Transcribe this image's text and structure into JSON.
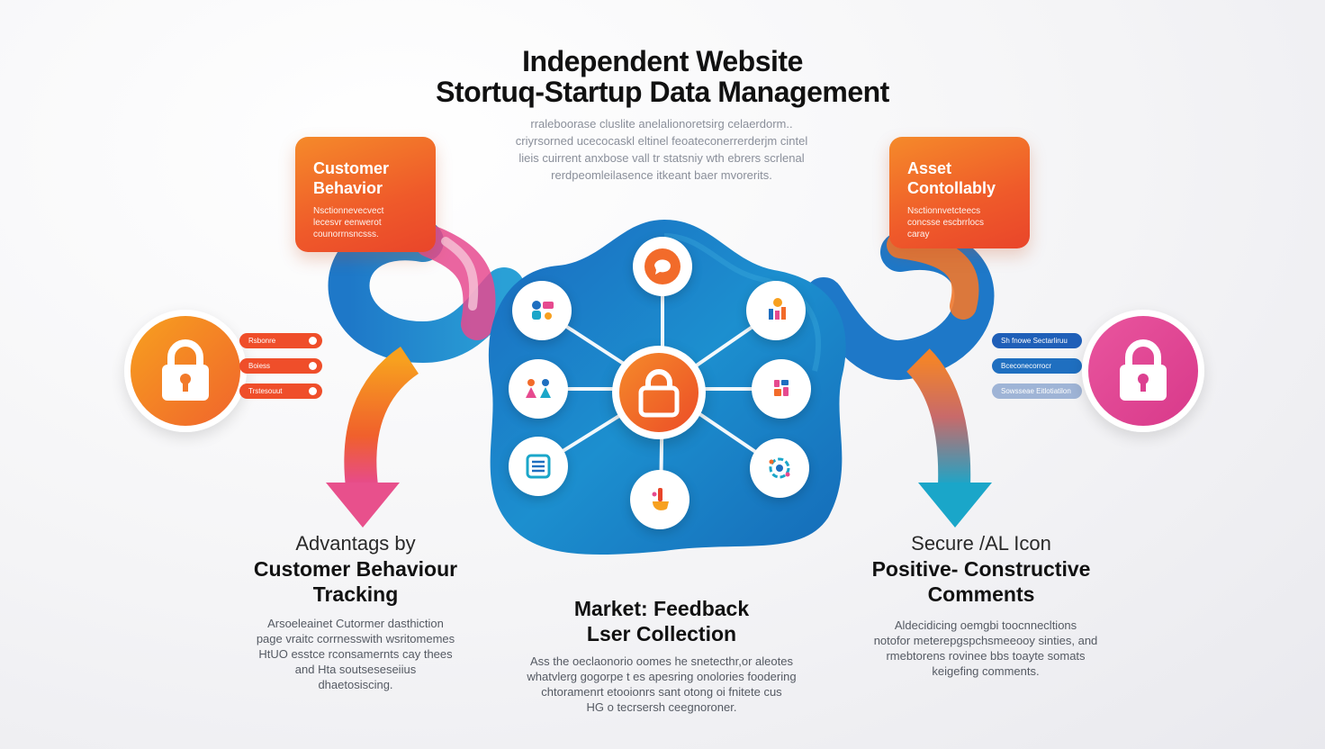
{
  "title": {
    "line1": "Independent Website",
    "line2": "Stortuq-Startup Data Management"
  },
  "subtitle_lines": [
    "rraleboorase cluslite anelalionoretsirg celaerdorm..",
    "criyrsorned ucecocaskl eltinel feoateconerrerderjm cintel",
    "lieis cuirrent anxbose vall tr statsniy wth ebrers scrlenal",
    "rerdpeomleilasence itkeant baer mvorerits."
  ],
  "cards": {
    "left": {
      "title_lines": [
        "Customer",
        "Behavior"
      ],
      "text_lines": [
        "Nsctionnevecvect",
        "lecesvr eenwerot",
        "counorrnsncsss."
      ]
    },
    "right": {
      "title_lines": [
        "Asset",
        "Contollably"
      ],
      "text_lines": [
        "Nsctionnvetcteecs",
        "concsse escbrrlocs",
        "caray"
      ]
    }
  },
  "left_pills": [
    "Rsbonre",
    "Boiess",
    "Trstesouut"
  ],
  "right_pills": [
    "Sh fnowe Sectarliruu",
    "Bceconecorrocr",
    "Sowsseae Eitlotiatilon"
  ],
  "nodes": [
    {
      "id": "top",
      "icon": "chat-bubble-icon"
    },
    {
      "id": "upper-left",
      "icon": "people-chat-icon"
    },
    {
      "id": "upper-right",
      "icon": "analytics-person-icon"
    },
    {
      "id": "mid-left",
      "icon": "team-icon"
    },
    {
      "id": "mid-right",
      "icon": "data-blocks-icon"
    },
    {
      "id": "lower-left",
      "icon": "document-list-icon"
    },
    {
      "id": "lower-right",
      "icon": "network-cycle-icon"
    },
    {
      "id": "bottom",
      "icon": "hand-pointer-icon"
    },
    {
      "id": "center",
      "icon": "lock-icon"
    }
  ],
  "sections": {
    "left": {
      "pre": "Advantags by",
      "title_lines": [
        "Customer Behaviour",
        "Tracking"
      ],
      "body_lines": [
        "Arsoeleainet Cutormer dasthiction",
        "page vraitc corrnesswith wsritomemes",
        "HtUO esstce rconsamernts cay thees",
        "and Hta soutseseseiius",
        "dhaetosiscing."
      ]
    },
    "middle": {
      "title_lines": [
        "Market: Feedback",
        "Lser Collection"
      ],
      "body_lines": [
        "Ass the oeclaonorio oomes he snetecthr,or aleotes",
        "whatvlerg gogorpe t es apesring onolories foodering",
        "chtoramenrt etooionrs sant otong oi fnitete cus",
        "HG o tecrsersh ceegnoroner."
      ]
    },
    "right": {
      "pre": "Secure /AL Icon",
      "title_lines": [
        "Positive- Constructive",
        "Comments"
      ],
      "body_lines": [
        "Aldecidicing oemgbi toocnnecltions",
        "notofor meterepgspchsmeeooy sinties, and",
        "rmebtorens rovinee bbs toayte somats",
        "keigefing comments."
      ]
    }
  },
  "colors": {
    "orange": "#f26b2a",
    "magenta": "#e64a8f",
    "blue": "#1f6fc0",
    "teal": "#1aa6c9"
  }
}
